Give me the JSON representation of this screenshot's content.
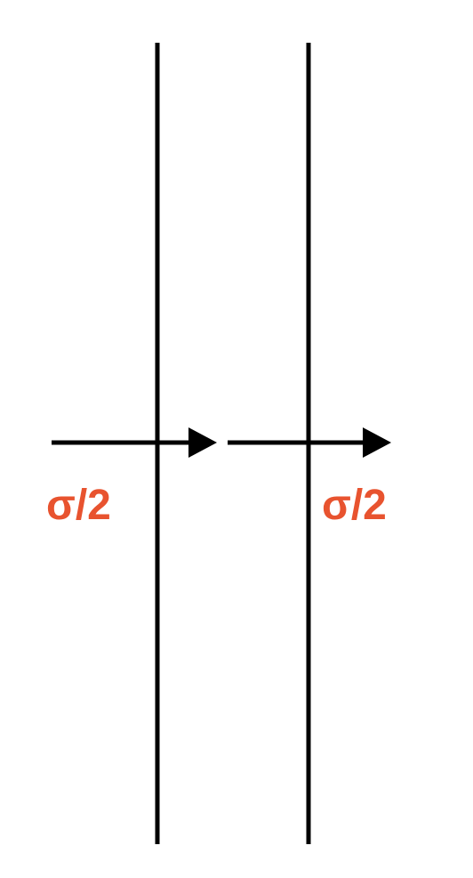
{
  "diagram": {
    "labels": {
      "left_arrow": "σ/2",
      "right_arrow": "σ/2"
    },
    "colors": {
      "line": "#000000",
      "label": "#e8532f",
      "background": "#ffffff"
    },
    "elements": [
      {
        "kind": "vertical-line",
        "name": "left-plate"
      },
      {
        "kind": "vertical-line",
        "name": "right-plate"
      },
      {
        "kind": "arrow",
        "name": "left-field-arrow",
        "direction": "right"
      },
      {
        "kind": "arrow",
        "name": "right-field-arrow",
        "direction": "right"
      }
    ]
  }
}
